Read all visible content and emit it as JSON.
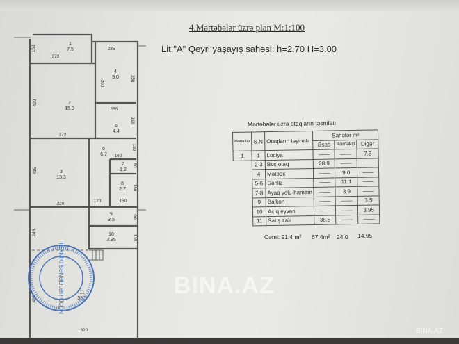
{
  "document": {
    "title": "4.Mərtəbələr üzrə plan M:1:100",
    "subtitle": "Lit.\"A\" Qeyri yaşayış sahəsi: h=2.70 H=3.00"
  },
  "plan": {
    "rooms": [
      {
        "num": "1",
        "area": "7.5"
      },
      {
        "num": "2",
        "area": "15.8"
      },
      {
        "num": "3",
        "area": "13.3"
      },
      {
        "num": "4",
        "area": "9.0"
      },
      {
        "num": "5",
        "area": "4.4"
      },
      {
        "num": "6",
        "area": "6.7"
      },
      {
        "num": "7",
        "area": "1.2"
      },
      {
        "num": "8",
        "area": "2.7"
      },
      {
        "num": "9",
        "area": "3.5"
      },
      {
        "num": "10",
        "area": "3.95"
      },
      {
        "num": "11",
        "area": "38.5"
      }
    ],
    "dimensions": [
      "150",
      "372",
      "235",
      "390",
      "350",
      "420",
      "235",
      "199",
      "372",
      "180",
      "160",
      "80",
      "415",
      "180",
      "120",
      "150",
      "320",
      "90",
      "245",
      "135",
      "495",
      "620"
    ]
  },
  "stamp": {
    "text": "TEXNİKİ SƏNƏDLƏR ÜÇÜN",
    "color": "#3f6fb5"
  },
  "table": {
    "caption": "Mərtəbələr üzrə otaqların təsnifatı",
    "headers": {
      "floor": "Mərtə-bə",
      "sn": "S.N",
      "name": "Otaqların təyinatı",
      "areas": "Sahələr m²",
      "main": "Əsas",
      "aux": "Köməkçi",
      "other": "Digər"
    },
    "floor": "1",
    "rows": [
      {
        "sn": "1",
        "name": "Lociya",
        "main": "——",
        "aux": "——",
        "other": "7.5"
      },
      {
        "sn": "2-3",
        "name": "Boş otaq",
        "main": "28.9",
        "aux": "——",
        "other": "——"
      },
      {
        "sn": "4",
        "name": "Mətbəx",
        "main": "——",
        "aux": "9.0",
        "other": "——"
      },
      {
        "sn": "5-6",
        "name": "Dəhliz",
        "main": "——",
        "aux": "11.1",
        "other": "——"
      },
      {
        "sn": "7-8",
        "name": "Ayaq yolu-hamam",
        "main": "——",
        "aux": "3.9",
        "other": "——"
      },
      {
        "sn": "9",
        "name": "Balkon",
        "main": "——",
        "aux": "——",
        "other": "3.5"
      },
      {
        "sn": "10",
        "name": "Açıq eyvan",
        "main": "——",
        "aux": "——",
        "other": "3.95"
      },
      {
        "sn": "11",
        "name": "Satış zalı",
        "main": "38.5",
        "aux": "——",
        "other": "——"
      }
    ],
    "totals": {
      "all": "Cəmi: 91.4 m²",
      "main": "67.4m²",
      "aux": "24.0",
      "other": "14.95"
    }
  },
  "watermark": {
    "main": "BINA.AZ",
    "corner": "BINA.AZ"
  }
}
